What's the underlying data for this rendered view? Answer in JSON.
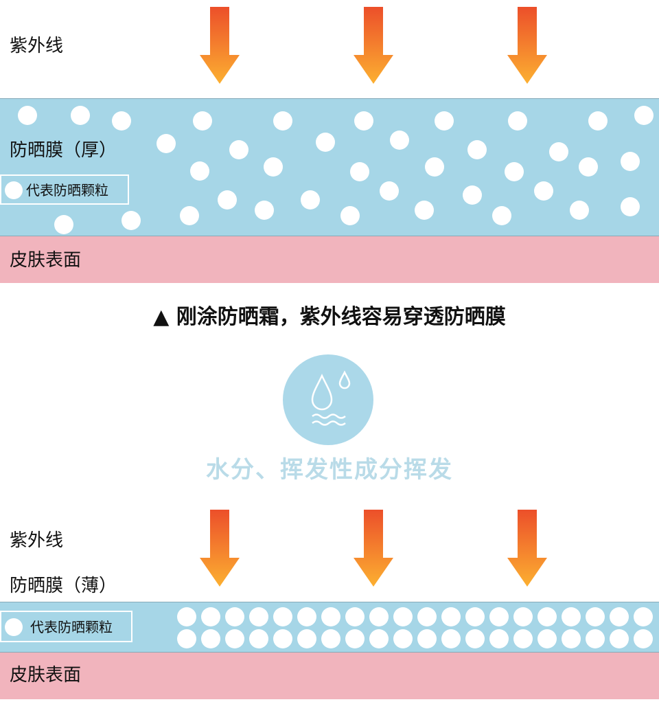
{
  "top_panel": {
    "uv_label": "紫外线",
    "film_label": "防晒膜（厚）",
    "legend_label": "代表防晒颗粒",
    "skin_label": "皮肤表面"
  },
  "caption_top": "▲ 刚涂防晒霜，紫外线容易穿透防晒膜",
  "evaporation": {
    "icon": "water-drop-evaporation-icon",
    "label": "水分、挥发性成分挥发"
  },
  "bottom_panel": {
    "uv_label": "紫外线",
    "film_label": "防晒膜（薄）",
    "legend_label": "代表防晒颗粒",
    "skin_label": "皮肤表面"
  },
  "colors": {
    "film": "#a6d6e7",
    "skin": "#f1b4bd",
    "arrow_top": "#ee5a2c",
    "arrow_bottom": "#fba52f",
    "evap_circle": "#abd8e9",
    "evap_text": "#b9dbe8"
  }
}
